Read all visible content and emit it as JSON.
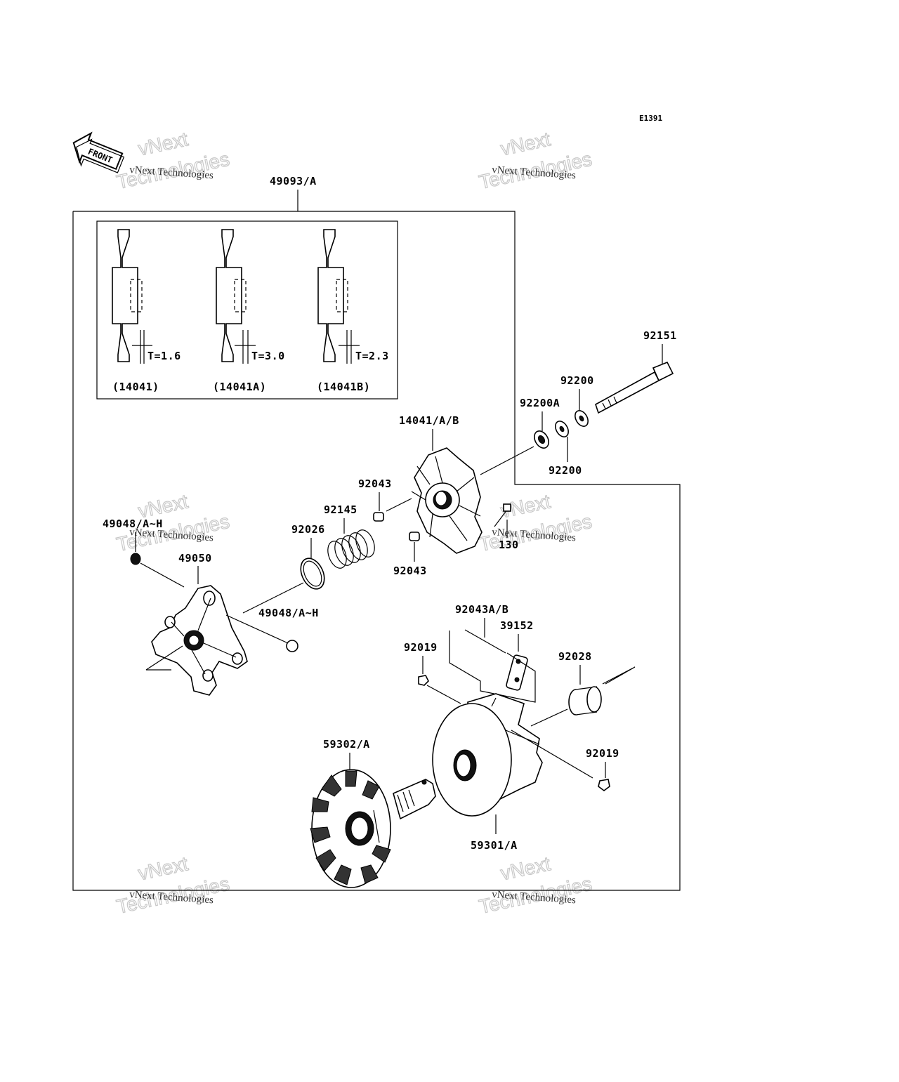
{
  "diagram_code": "E1391",
  "front_label": "FRONT",
  "assembly_label": "49093/A",
  "detail_inset": {
    "variants": [
      {
        "thickness": "T=1.6",
        "part": "(14041)"
      },
      {
        "thickness": "T=3.0",
        "part": "(14041A)"
      },
      {
        "thickness": "T=2.3",
        "part": "(14041B)"
      }
    ]
  },
  "callouts": {
    "c92151": "92151",
    "c92200_top": "92200",
    "c92200A": "92200A",
    "c92200_bottom": "92200",
    "c14041AB": "14041/A/B",
    "c92043_top": "92043",
    "c92145": "92145",
    "c92026": "92026",
    "c49048_top": "49048/A~H",
    "c49050": "49050",
    "c130": "130",
    "c92043_bottom": "92043",
    "c49048_mid": "49048/A~H",
    "c92043AB": "92043A/B",
    "c39152": "39152",
    "c92019_left": "92019",
    "c92028": "92028",
    "c92019_right": "92019",
    "c59302A": "59302/A",
    "c59301A": "59301/A"
  },
  "watermark": {
    "line1": "vNext Technologies",
    "line2": "Technologies",
    "line3": "vNext"
  }
}
